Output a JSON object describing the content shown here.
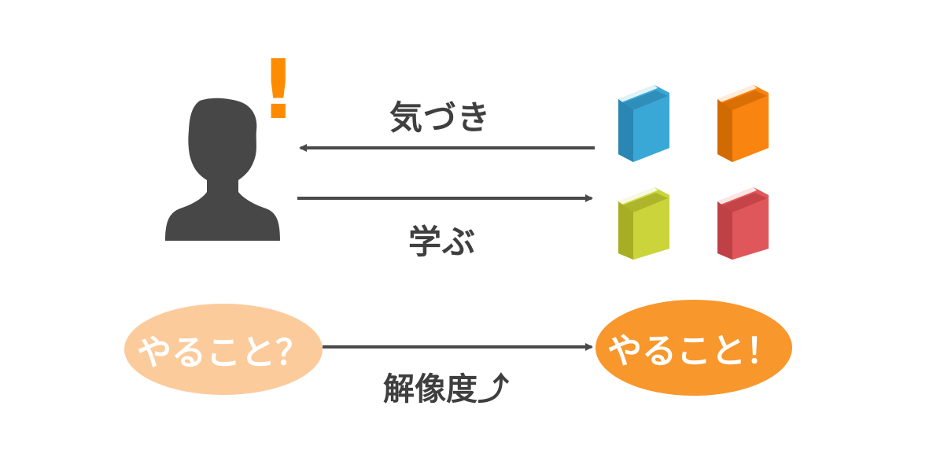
{
  "labels": {
    "kizuki": "気づき",
    "manabu": "学ぶ",
    "kaizodo": "解像度⤴",
    "exclamation": "!"
  },
  "ovals": {
    "before": "やること？",
    "after": "やること！"
  },
  "colors": {
    "person": "#474747",
    "arrow": "#4a4a4a",
    "exclamation": "#ff8c00",
    "oval_before": "#fccb9c",
    "oval_after": "#f8972c",
    "book_blue": "#3aa8d6",
    "book_orange": "#fa8410",
    "book_green": "#cbd43b",
    "book_red": "#e0575b"
  },
  "icons": [
    "person-icon",
    "book-icon"
  ]
}
